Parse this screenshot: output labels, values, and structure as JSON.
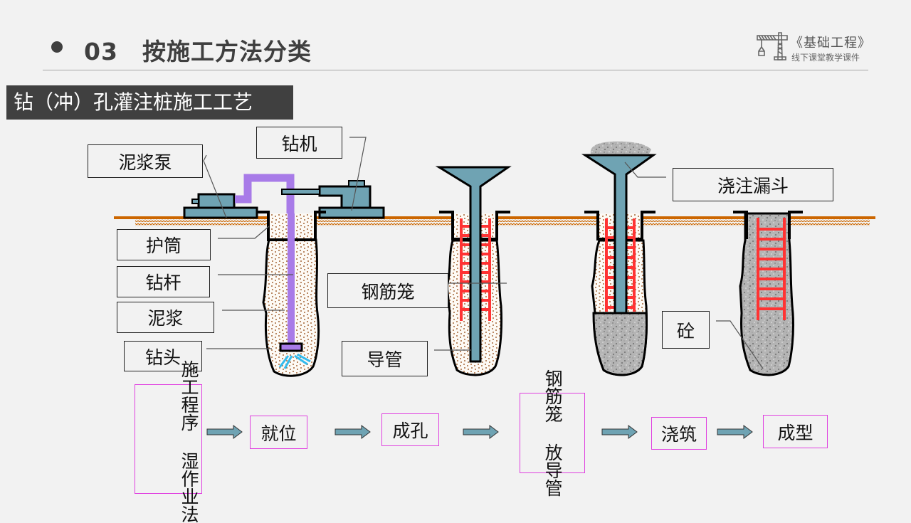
{
  "header": {
    "section_number": "03",
    "title": "按施工方法分类"
  },
  "logo": {
    "icon": "tower-crane-icon",
    "title": "《基础工程》",
    "subtitle": "线下课堂教学课件"
  },
  "banner": {
    "text": "钻（冲）孔灌注桩施工工艺"
  },
  "colors": {
    "ground_line": "#cc6600",
    "equipment_fill": "#6fa3b3",
    "drill_rod": "#a87be8",
    "rebar_cage": "#ff3333",
    "step_border": "#e040e0",
    "concrete": "#a9a9a9",
    "banner_bg": "#404040"
  },
  "labels": {
    "mud_pump": "泥浆泵",
    "drill_rig": "钻机",
    "casing": "护筒",
    "drill_rod": "钻杆",
    "mud": "泥浆",
    "drill_bit": "钻头",
    "rebar_cage": "钢筋笼",
    "tremie_pipe": "导管",
    "pour_funnel": "浇注漏斗",
    "concrete": "砼"
  },
  "process": {
    "header": "施工程序 湿作业法",
    "steps": [
      "就位",
      "成孔",
      "钢筋笼 放导管",
      "浇筑",
      "成型"
    ]
  }
}
